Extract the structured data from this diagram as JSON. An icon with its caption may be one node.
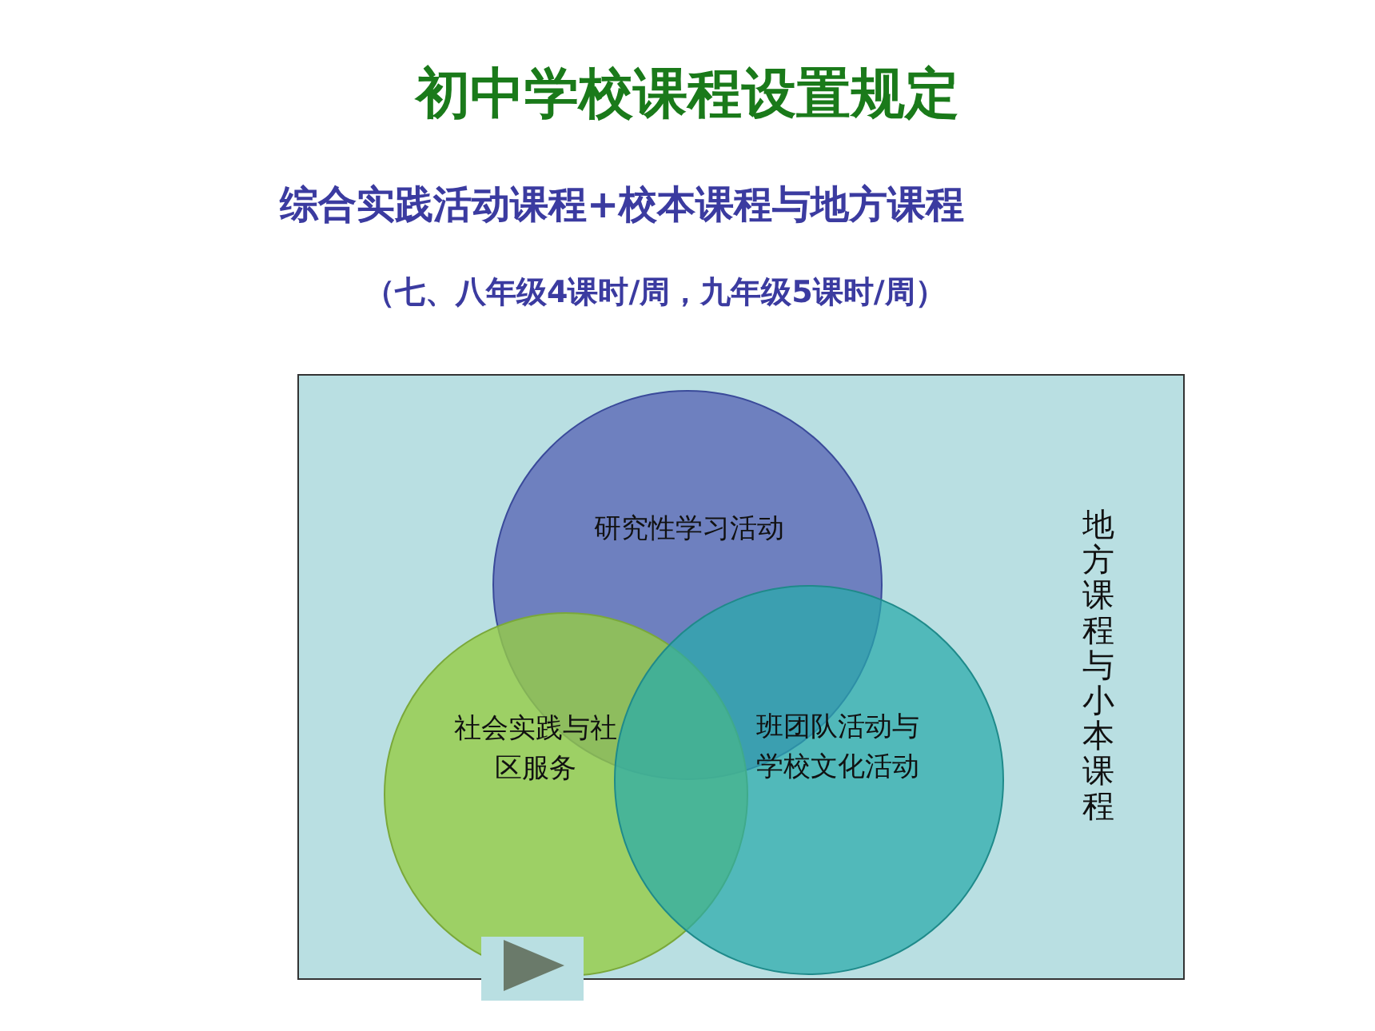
{
  "diagram": {
    "title": "初中学校课程设置规定",
    "nodes": [
      {
        "text": [
          "地方课程与小本课程"
        ]
      },
      {
        "text": [
          "研究性学习活动"
        ],
        "in": 0
      },
      {
        "text": [
          "社会实践与社区服务"
        ],
        "in": 0
      },
      {
        "text": [
          "班团队活动与学校文化活动"
        ],
        "in": 0
      }
    ],
    "labels": [
      "综合实践活动课程+校本课程与地方课程",
      "（七、八年级4课时/周，九年级5课时/周）"
    ]
  }
}
